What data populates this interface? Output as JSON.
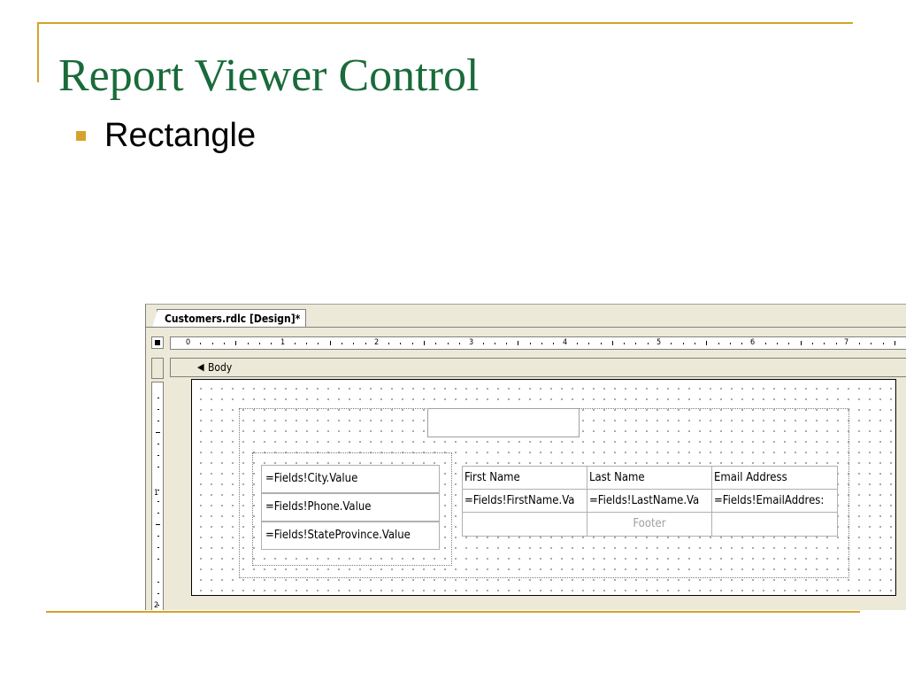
{
  "slide": {
    "title": "Report Viewer Control",
    "bullets": [
      "Rectangle"
    ]
  },
  "designer": {
    "tab_label": "Customers.rdlc [Design]*",
    "ruler_h": [
      "0",
      "1",
      "2",
      "3",
      "4",
      "5",
      "6",
      "7"
    ],
    "ruler_v": [
      "1",
      "2"
    ],
    "section_label": "Body",
    "section_icon": "section-arrow-icon",
    "field_boxes": [
      "=Fields!City.Value",
      "=Fields!Phone.Value",
      "=Fields!StateProvince.Value"
    ],
    "table": {
      "headers": [
        "First Name",
        "Last Name",
        "Email Address"
      ],
      "detail": [
        "=Fields!FirstName.Va",
        "=Fields!LastName.Va",
        "=Fields!EmailAddres:"
      ],
      "footer": [
        "",
        "Footer",
        ""
      ]
    }
  },
  "colors": {
    "title": "#1a6b3a",
    "accent": "#d4a42a",
    "ide_background": "#ece9d8"
  }
}
